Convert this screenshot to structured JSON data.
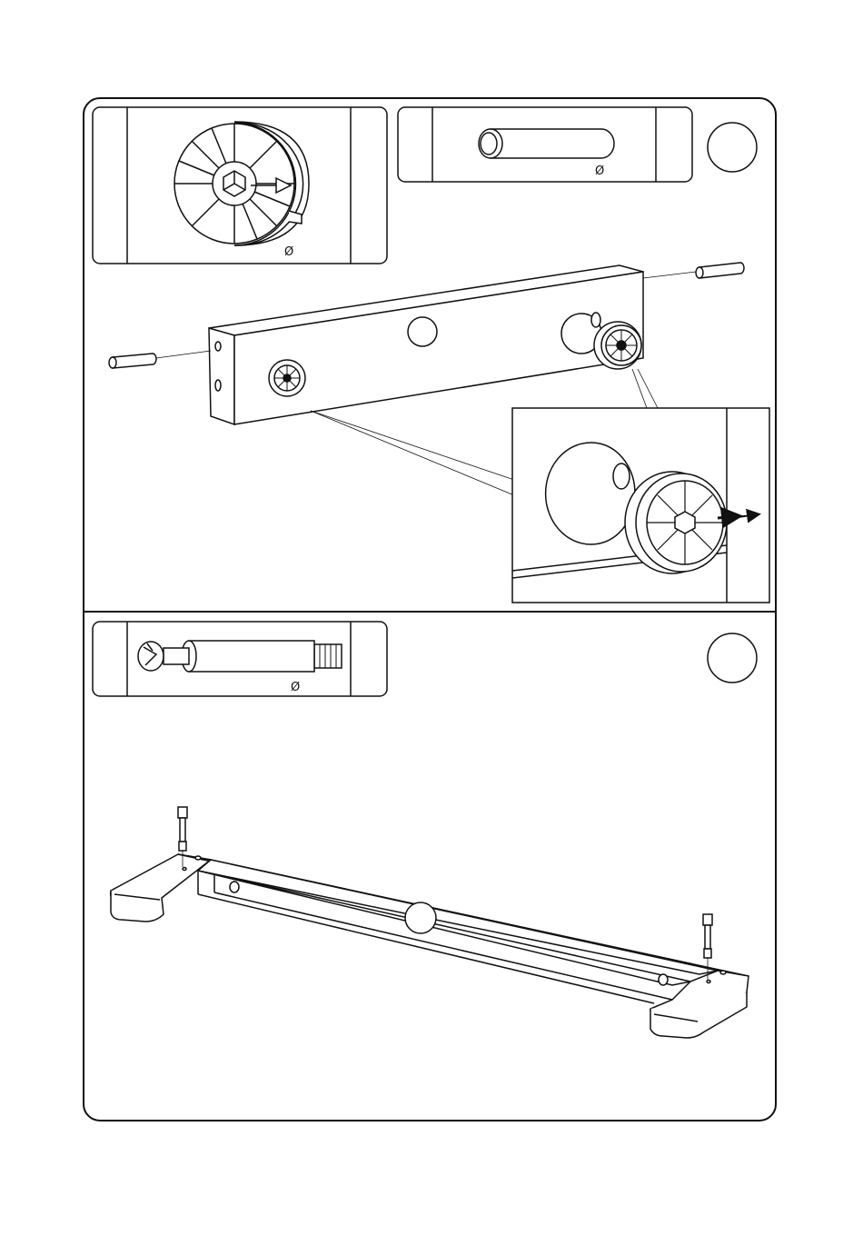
{
  "step1": {
    "cam_lock_card": {
      "diameter_symbol": "Ø"
    },
    "dowel_card": {
      "diameter_symbol": "Ø"
    }
  },
  "step2": {
    "bolt_card": {
      "diameter_symbol": "Ø"
    }
  },
  "colors": {
    "line": "#111111",
    "paper": "#ffffff"
  }
}
